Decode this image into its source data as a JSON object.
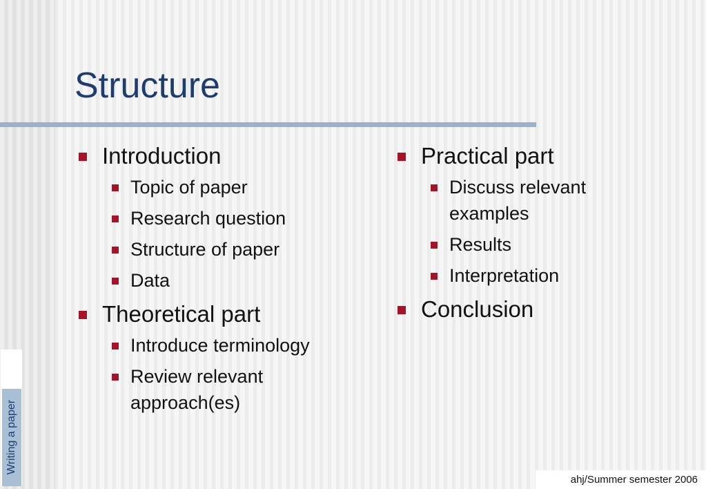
{
  "slide": {
    "title": "Structure",
    "left_column": [
      {
        "label": "Introduction",
        "sub_items": [
          "Topic of paper",
          "Research question",
          "Structure of paper",
          "Data"
        ]
      },
      {
        "label": "Theoretical part",
        "sub_items": [
          "Introduce terminology",
          "Review relevant approach(es)"
        ]
      }
    ],
    "right_column": [
      {
        "label": "Practical part",
        "sub_items": [
          "Discuss relevant examples",
          "Results",
          "Interpretation"
        ]
      },
      {
        "label": "Conclusion",
        "sub_items": []
      }
    ],
    "side_label": "Writing a paper",
    "footer": "ahj/Summer semester 2006",
    "colors": {
      "title": "#1f3c6e",
      "bullet": "#a5122a",
      "rule": "#9bb2c9",
      "side_bar": "#a9bfd6"
    }
  }
}
